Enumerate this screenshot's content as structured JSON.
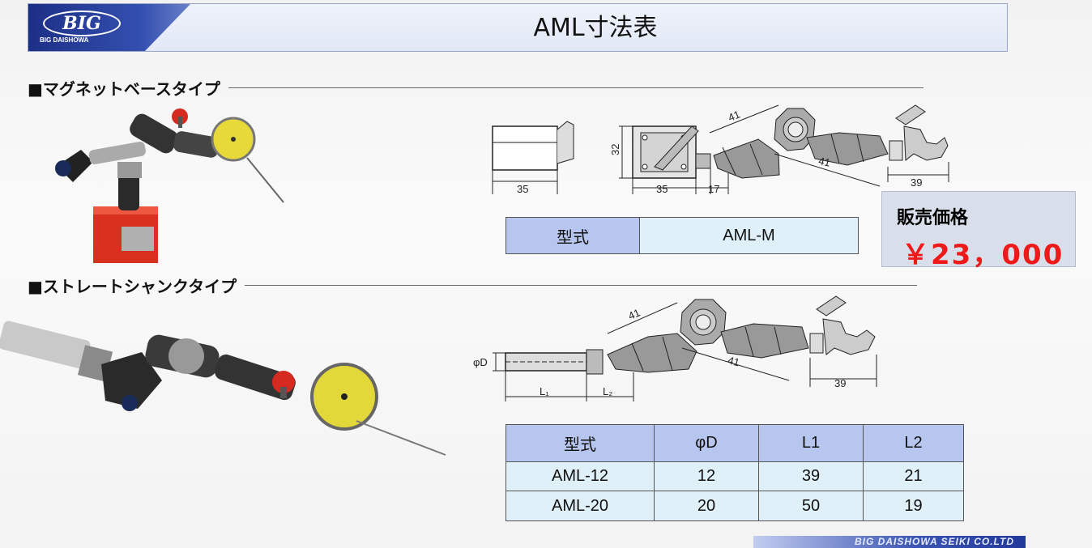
{
  "header": {
    "logo": "BIG",
    "logo_sub": "BIG DAISHOWA",
    "title": "AML寸法表"
  },
  "magnet_section": {
    "heading": "■マグネットベースタイプ",
    "dimensions": {
      "base_width": "35",
      "base_height": "32",
      "holder_width": "35",
      "joint": "17",
      "arm1": "41",
      "arm2": "41",
      "tip": "39"
    },
    "table": {
      "header_label": "型式",
      "model": "AML-M"
    }
  },
  "price": {
    "label": "販売価格",
    "value": "￥23，000",
    "color": "#ee1a1a"
  },
  "shank_section": {
    "heading": "■ストレートシャンクタイプ",
    "dimensions": {
      "diameter": "φD",
      "l1": "L₁",
      "l2": "L₂",
      "arm1": "41",
      "arm2": "41",
      "tip": "39"
    },
    "table": {
      "columns": [
        "型式",
        "φD",
        "L1",
        "L2"
      ],
      "rows": [
        [
          "AML-12",
          "12",
          "39",
          "21"
        ],
        [
          "AML-20",
          "20",
          "50",
          "19"
        ]
      ]
    }
  },
  "footer": {
    "text": "BIG DAISHOWA SEIKI CO.LTD"
  }
}
